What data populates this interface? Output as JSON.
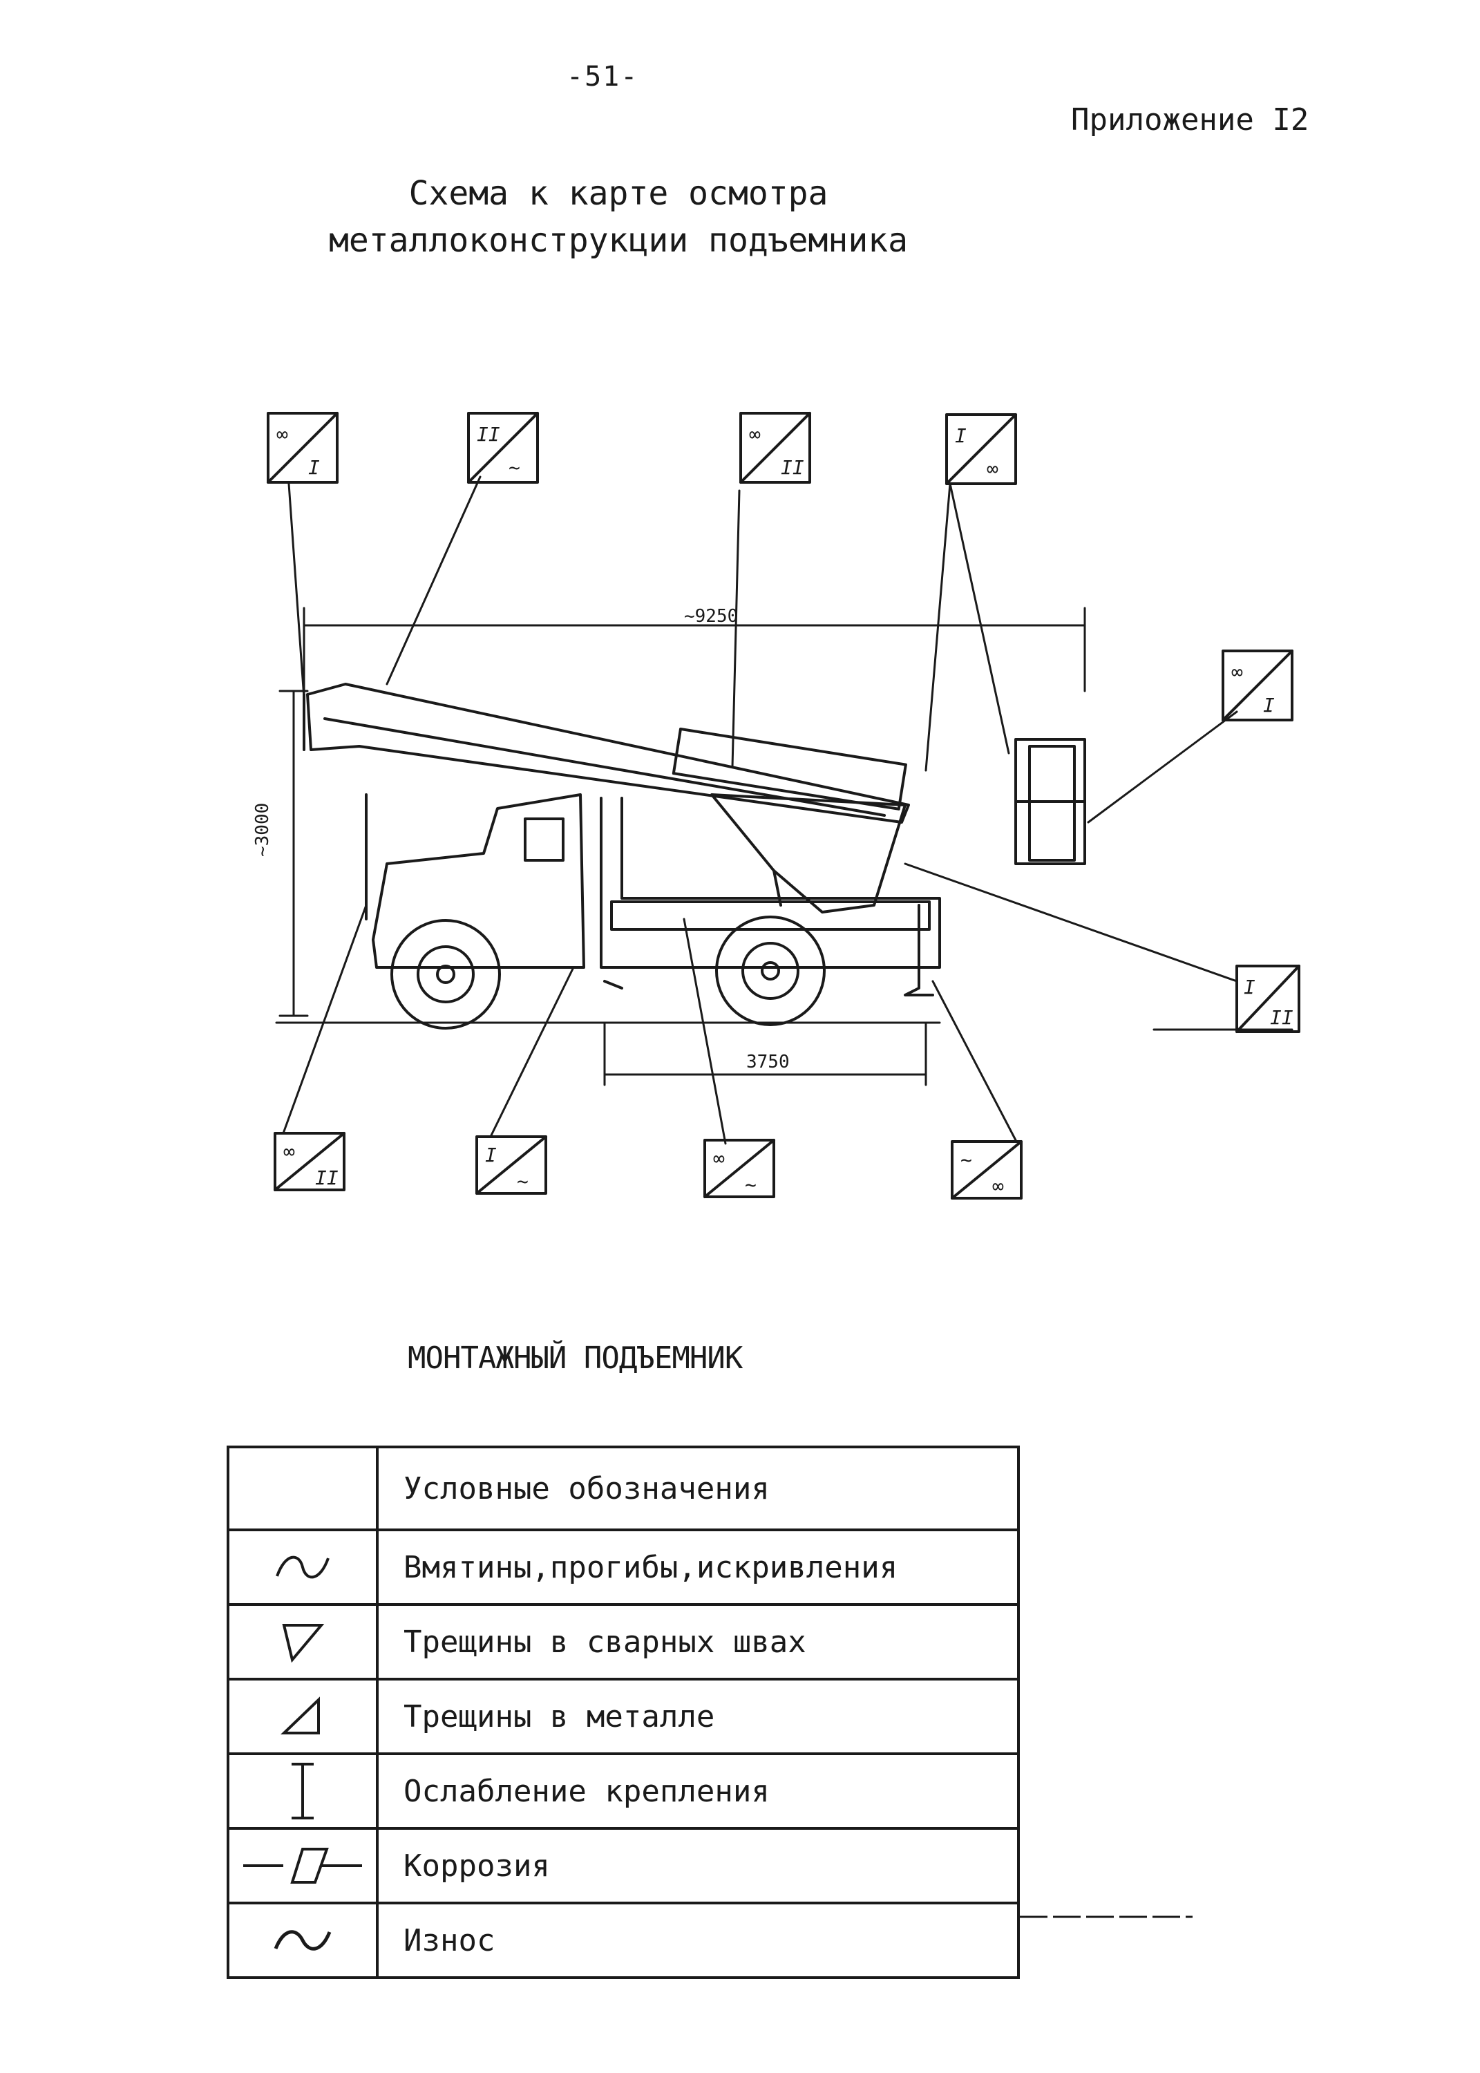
{
  "header": {
    "page_number": "-51-",
    "appendix": "Приложение I2"
  },
  "title": {
    "line1": "Схема к карте осмотра",
    "line2": "металлоконструкции подъемника"
  },
  "diagram": {
    "dim_length": "~9250",
    "dim_height": "~3000",
    "dim_wheelbase": "3750",
    "markers": [
      {
        "top": "∞",
        "bottom": "I"
      },
      {
        "top": "II",
        "bottom": "~"
      },
      {
        "top": "∞",
        "bottom": "II"
      },
      {
        "top": "I",
        "bottom": "∞"
      },
      {
        "top": "∞",
        "bottom": "I"
      },
      {
        "top": "I",
        "bottom": "II"
      },
      {
        "top": "∞",
        "bottom": "II"
      },
      {
        "top": "I",
        "bottom": "~"
      },
      {
        "top": "∞",
        "bottom": "~"
      },
      {
        "top": "~",
        "bottom": "∞"
      }
    ]
  },
  "figure_caption": "МОНТАЖНЫЙ ПОДЪЕМНИК",
  "legend": {
    "header": "Условные обозначения",
    "rows": [
      {
        "icon": "dent-curve-icon",
        "label": "Вмятины,прогибы,искривления"
      },
      {
        "icon": "weld-crack-triangle-icon",
        "label": "Трещины в сварных швах"
      },
      {
        "icon": "metal-crack-triangle-icon",
        "label": "Трещины в металле"
      },
      {
        "icon": "loose-fastening-i-beam-icon",
        "label": "Ослабление крепления"
      },
      {
        "icon": "corrosion-parallelogram-icon",
        "label": "Коррозия"
      },
      {
        "icon": "wear-tilde-icon",
        "label": "Износ"
      }
    ]
  }
}
